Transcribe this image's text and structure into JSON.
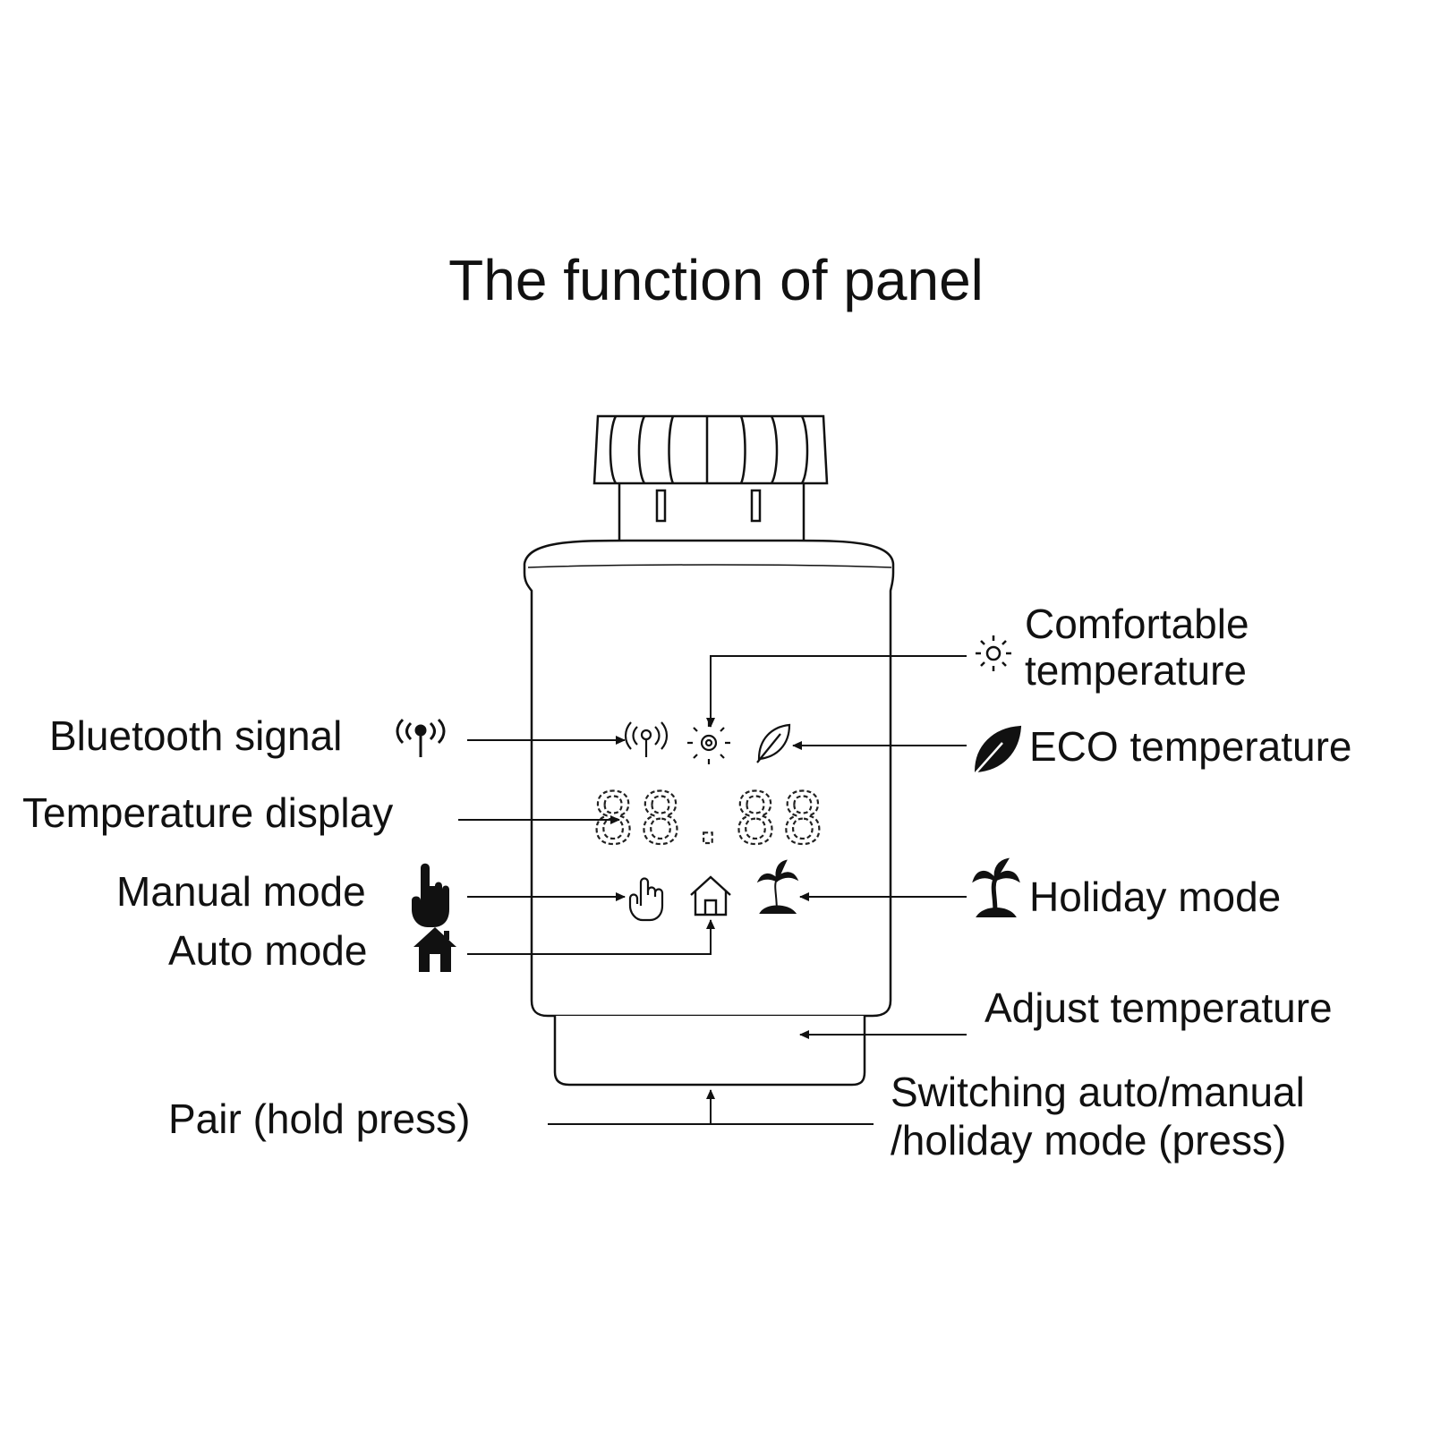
{
  "title": "The function of panel",
  "display_value": "88.88",
  "labels": {
    "comfortable_line1": "Comfortable",
    "comfortable_line2": "temperature",
    "bluetooth": "Bluetooth signal",
    "eco": "ECO temperature",
    "temperature_display": "Temperature display",
    "manual": "Manual mode",
    "holiday": "Holiday mode",
    "auto": "Auto mode",
    "adjust": "Adjust temperature",
    "pair": "Pair (hold press)",
    "switching_line1": "Switching auto/manual",
    "switching_line2": "/holiday mode (press)"
  },
  "icons": {
    "comfort": "sun-icon",
    "bluetooth": "signal-tower-icon",
    "eco": "leaf-icon",
    "manual": "hand-pointer-icon",
    "auto": "house-icon",
    "holiday": "palm-island-icon"
  }
}
